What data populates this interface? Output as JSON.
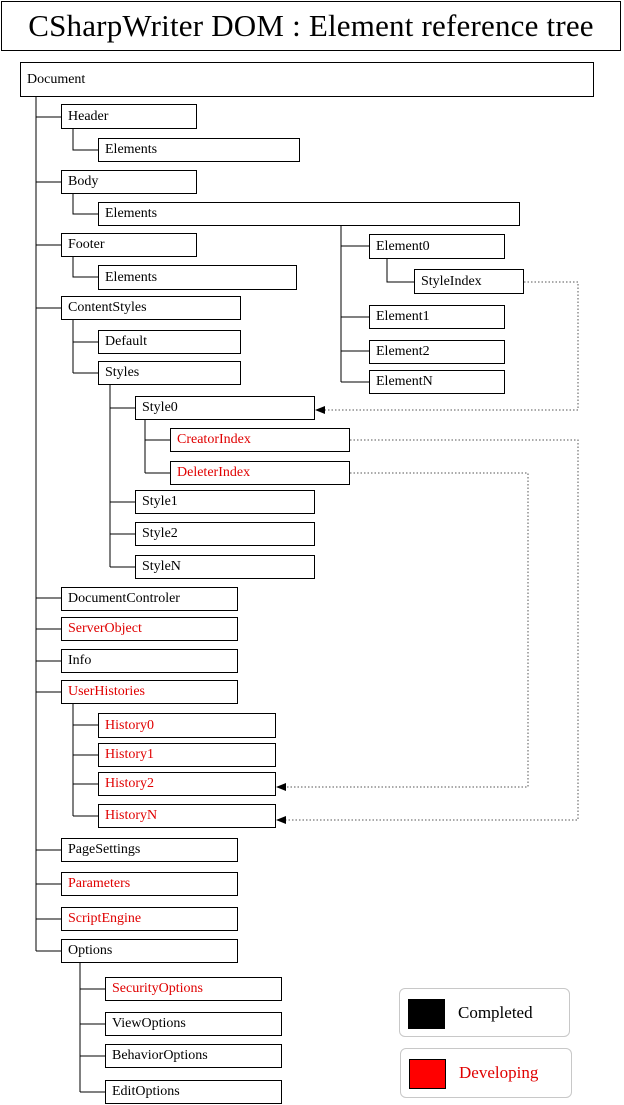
{
  "title": "CSharpWriter DOM : Element reference tree",
  "colors": {
    "completed": "#000000",
    "developing": "#ff0000",
    "developing_text": "#e00000"
  },
  "nodes": {
    "document": "Document",
    "header": "Header",
    "header_elements": "Elements",
    "body": "Body",
    "body_elements": "Elements",
    "element0": "Element0",
    "styleindex": "StyleIndex",
    "element1": "Element1",
    "element2": "Element2",
    "elementn": "ElementN",
    "footer": "Footer",
    "footer_elements": "Elements",
    "contentstyles": "ContentStyles",
    "default": "Default",
    "styles": "Styles",
    "style0": "Style0",
    "creatorindex": "CreatorIndex",
    "deleterindex": "DeleterIndex",
    "style1": "Style1",
    "style2": "Style2",
    "stylen": "StyleN",
    "documentcontroler": "DocumentControler",
    "serverobject": "ServerObject",
    "info": "Info",
    "userhistories": "UserHistories",
    "history0": "History0",
    "history1": "History1",
    "history2": "History2",
    "historyn": "HistoryN",
    "pagesettings": "PageSettings",
    "parameters": "Parameters",
    "scriptengine": "ScriptEngine",
    "options": "Options",
    "securityoptions": "SecurityOptions",
    "viewoptions": "ViewOptions",
    "behavioroptions": "BehaviorOptions",
    "editoptions": "EditOptions"
  },
  "status": {
    "document": "completed",
    "header": "completed",
    "header_elements": "completed",
    "body": "completed",
    "body_elements": "completed",
    "element0": "completed",
    "styleindex": "completed",
    "element1": "completed",
    "element2": "completed",
    "elementn": "completed",
    "footer": "completed",
    "footer_elements": "completed",
    "contentstyles": "completed",
    "default": "completed",
    "styles": "completed",
    "style0": "completed",
    "creatorindex": "developing",
    "deleterindex": "developing",
    "style1": "completed",
    "style2": "completed",
    "stylen": "completed",
    "documentcontroler": "completed",
    "serverobject": "developing",
    "info": "completed",
    "userhistories": "developing",
    "history0": "developing",
    "history1": "developing",
    "history2": "developing",
    "historyn": "developing",
    "pagesettings": "completed",
    "parameters": "developing",
    "scriptengine": "developing",
    "options": "completed",
    "securityoptions": "developing",
    "viewoptions": "completed",
    "behavioroptions": "completed",
    "editoptions": "completed"
  },
  "references": [
    {
      "from": "styleindex",
      "to": "style0"
    },
    {
      "from": "creatorindex",
      "to": "historyn"
    },
    {
      "from": "deleterindex",
      "to": "history2"
    }
  ],
  "legend": {
    "completed_label": "Completed",
    "developing_label": "Developing"
  }
}
